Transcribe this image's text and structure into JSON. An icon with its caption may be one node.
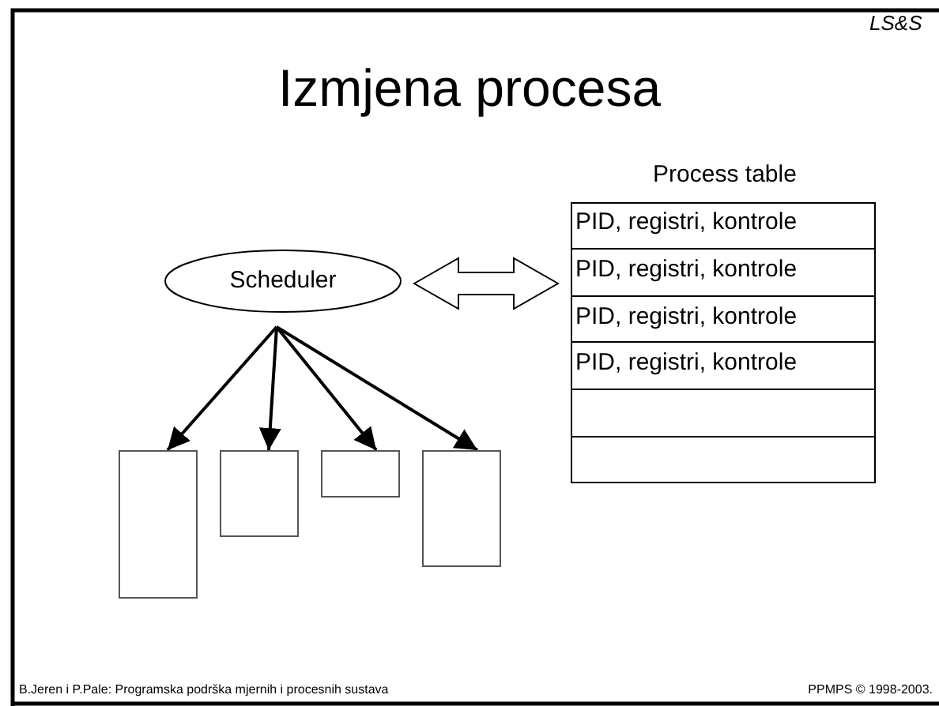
{
  "diagram": {
    "title": "Izmjena procesa",
    "nodes": [
      {
        "text": [
          "Scheduler"
        ]
      },
      {
        "text": [
          "Process table"
        ]
      },
      {
        "text": [
          "PID, registri, kontrole"
        ],
        "in": 1
      },
      {
        "text": [
          "PID, registri, kontrole"
        ],
        "in": 1
      },
      {
        "text": [
          "PID, registri, kontrole"
        ],
        "in": 1
      },
      {
        "text": [
          "PID, registri, kontrole"
        ],
        "in": 1
      },
      {
        "text": [],
        "shape": "box",
        "in": 1
      },
      {
        "text": [],
        "shape": "box",
        "in": 1
      },
      {
        "text": [],
        "shape": "box"
      },
      {
        "text": [],
        "shape": "box"
      },
      {
        "text": [],
        "shape": "box"
      },
      {
        "text": [],
        "shape": "box"
      }
    ],
    "edges": [
      {
        "from": 0,
        "to": 1,
        "arrow": "both",
        "style": "thick"
      },
      {
        "from": 0,
        "to": 8,
        "arrow": "to"
      },
      {
        "from": 0,
        "to": 9,
        "arrow": "to"
      },
      {
        "from": 0,
        "to": 10,
        "arrow": "to"
      },
      {
        "from": 0,
        "to": 11,
        "arrow": "to"
      }
    ],
    "labels": [
      "LS&S",
      "B.Jeren i P.Pale: Programska podrška mjernih i procesnih sustava",
      "PPMPS © 1998-2003."
    ]
  }
}
